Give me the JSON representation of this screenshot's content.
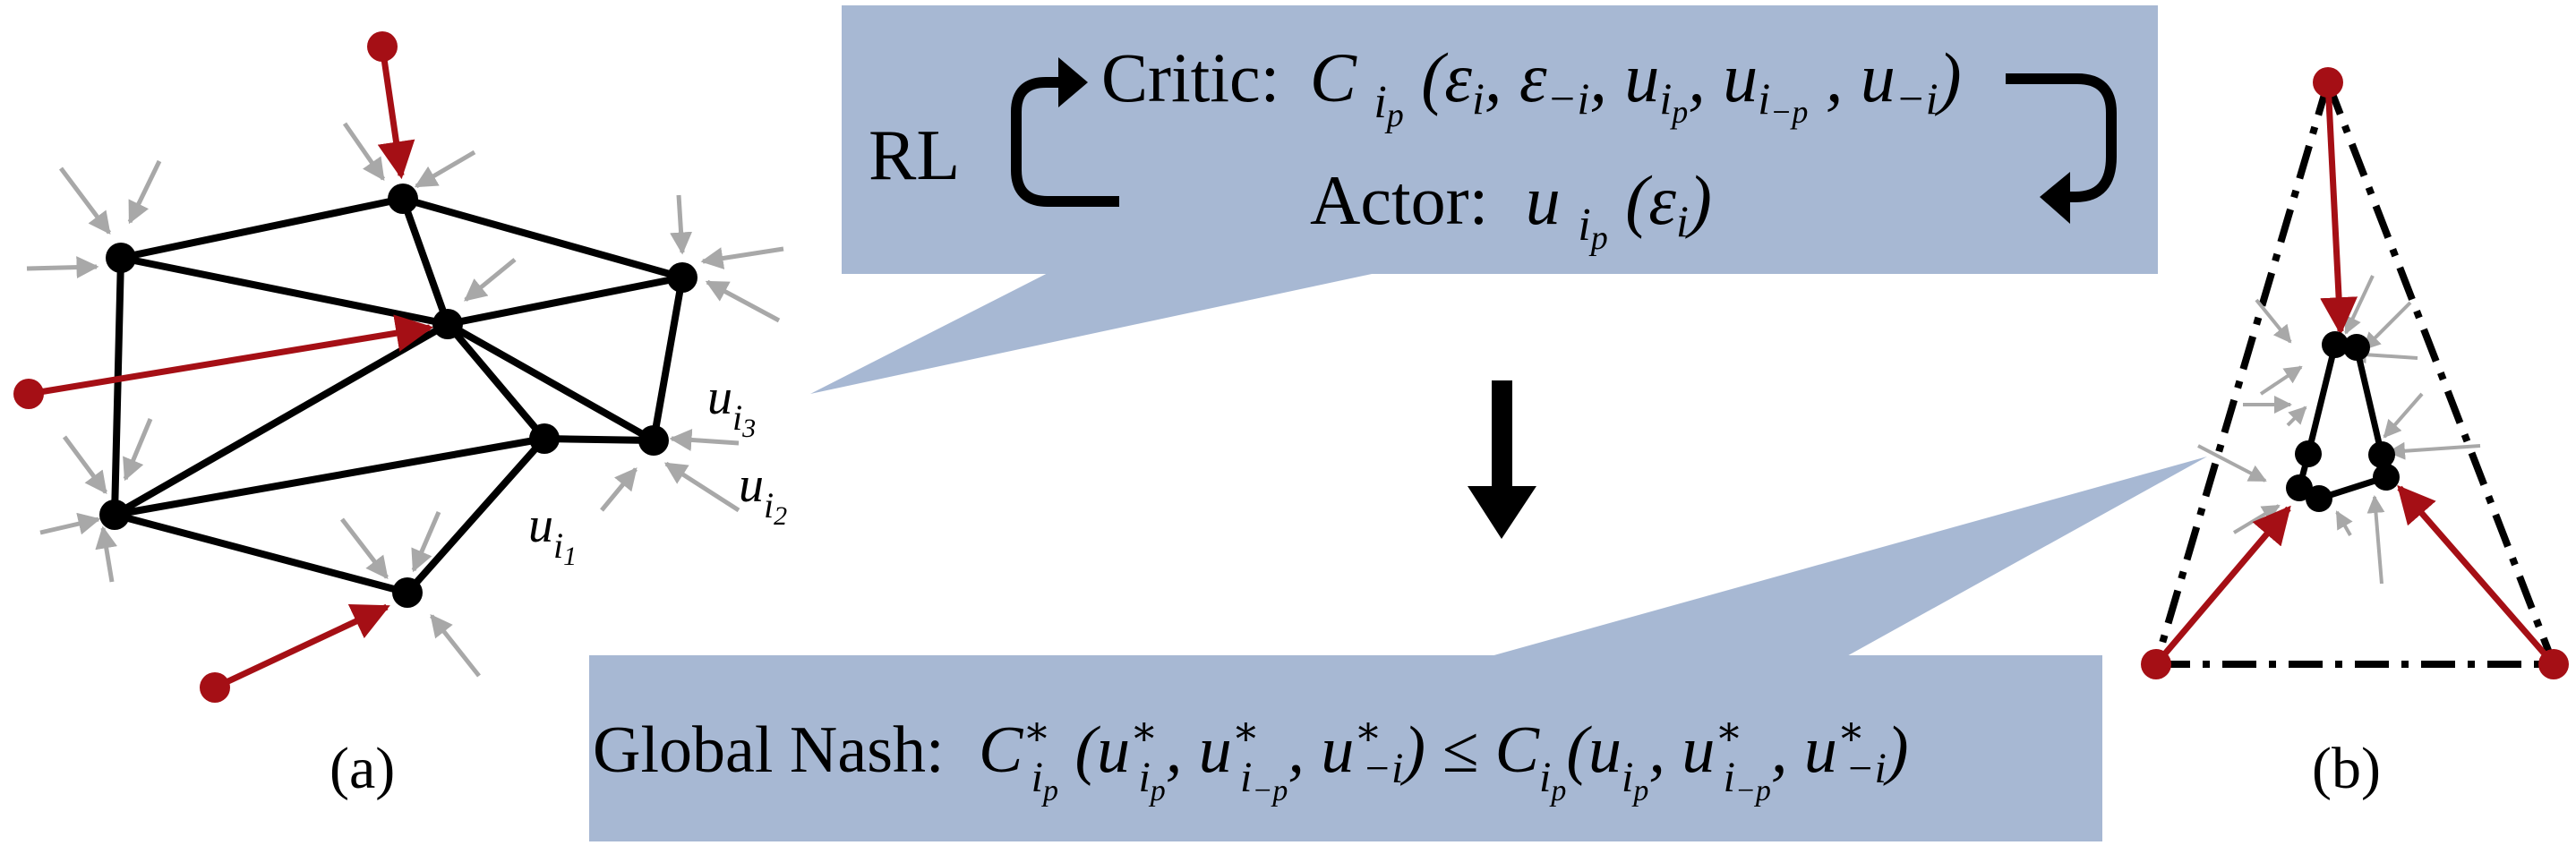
{
  "colors": {
    "callout_fill": "#a7b8d3",
    "edge": "#000000",
    "node": "#000000",
    "leader_arrow": "#a50f15",
    "disturbance_arrow": "#a8a8a8",
    "dashed_outline": "#000000"
  },
  "top_box": {
    "rl_label": "RL",
    "critic_label": "Critic:",
    "critic_fn": "C",
    "critic_args": "(ε_i, ε_{-i}, u_{i_p}, u_{i_{-p}}, u_{-i})",
    "actor_label": "Actor:",
    "actor_fn": "u",
    "actor_args": "(ε_i)"
  },
  "bottom_box": {
    "label": "Global Nash:",
    "inequality": "C*_{i_p}(u*_{i_p}, u*_{i_{-p}}, u*_{-i}) ≤ C_{i_p}(u_{i_p}, u*_{i_{-p}}, u*_{-i})"
  },
  "panel_a": {
    "caption": "(a)",
    "input_labels": [
      {
        "base": "u",
        "sub": "i",
        "subsub": "3"
      },
      {
        "base": "u",
        "sub": "i",
        "subsub": "2"
      },
      {
        "base": "u",
        "sub": "i",
        "subsub": "1"
      }
    ]
  },
  "panel_b": {
    "caption": "(b)"
  },
  "icons": {
    "rl_loop": "loop-arrow-icon",
    "return_arrow": "curved-arrow-icon",
    "down_arrow": "down-arrow-icon"
  }
}
